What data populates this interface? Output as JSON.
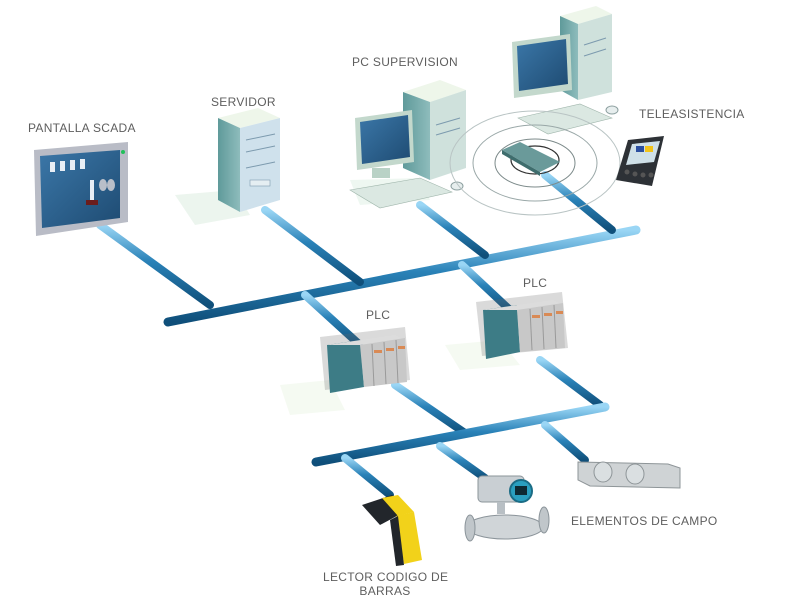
{
  "title": "Red industrial SCADA",
  "labels": {
    "pantalla_scada": "PANTALLA SCADA",
    "servidor": "SERVIDOR",
    "pc_supervision": "PC SUPERVISION",
    "teleasistencia": "TELEASISTENCIA",
    "plc_1": "PLC",
    "plc_2": "PLC",
    "elementos_campo": "ELEMENTOS DE CAMPO",
    "lector_line1": "LECTOR CODIGO DE",
    "lector_line2": "BARRAS"
  },
  "colors": {
    "cable": "#2a82b8",
    "cable_dark": "#0f4f7a",
    "cable_light": "#7fc4ea",
    "label": "#5e5e5e",
    "device_body": "#cfd6d6",
    "device_dark": "#4e8a8a",
    "screen": "#2d5f8f",
    "shadow": "#cfe8d8",
    "scanner_yellow": "#f2d21a"
  }
}
